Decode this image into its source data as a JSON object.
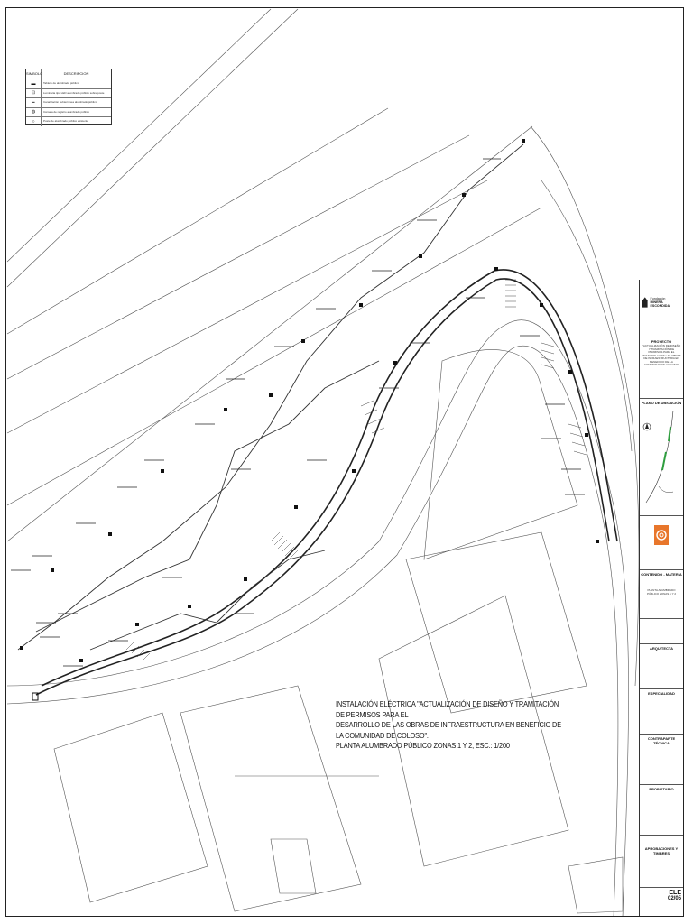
{
  "drawing": {
    "title_line1": "INSTALACIÓN ELÉCTRICA \"ACTUALIZACIÓN DE DISEÑO Y TRAMITACIÓN DE PERMISOS PARA EL",
    "title_line2": "DESARROLLO DE LAS OBRAS DE INFRAESTRUCTURA EN BENEFICIO DE LA COMUNIDAD DE COLOSO\".",
    "title_line3": "PLANTA ALUMBRADO PÚBLICO ZONAS 1 Y 2, ESC.: 1/200"
  },
  "legend": {
    "col_symbol": "SIMBOLO",
    "col_description": "DESCRIPCION",
    "rows": [
      {
        "symbol": "▬",
        "description": "Tablero de alumbrado público"
      },
      {
        "symbol": "⊡",
        "description": "Luminaria tipo LED alumbrado público sobre poste"
      },
      {
        "symbol": "━",
        "description": "Canalización subterránea alumbrado público"
      },
      {
        "symbol": "◍",
        "description": "Cámara de registro alumbrado público"
      },
      {
        "symbol": "○",
        "description": "Poste de alumbrado público existente"
      }
    ]
  },
  "title_block": {
    "company_name_1": "Fundación",
    "company_name_2": "MINERA ESCONDIDA",
    "project_header": "PROYECTO",
    "project_text": "\"ACTUALIZACIÓN DE DISEÑO Y TRAMITACIÓN DE PERMISOS PARA EL DESARROLLO DE LAS OBRAS DE INFRAESTRUCTURA EN BENEFICIO DE LA COMUNIDAD DE COLOSO\"",
    "location_header": "PLANO DE UBICACIÓN",
    "content_header": "CONTENIDO - MATERIA",
    "content_text": "PLANTA ALUMBRADO PÚBLICO ZONAS 1 Y 2",
    "architect_header": "ARQUITECTA",
    "specialty_header": "ESPECIALIDAD",
    "contractor_header": "CONTRAPARTE TÉCNICA",
    "owner_header": "PROPIETARIO",
    "approvals_header": "APROBACIONES Y TIMBRES",
    "sheet_code": "ELE",
    "sheet_number": "02/05"
  },
  "colors": {
    "line": "#222222",
    "logo_orange": "#e8762b",
    "map_green": "#2f9e3f"
  }
}
